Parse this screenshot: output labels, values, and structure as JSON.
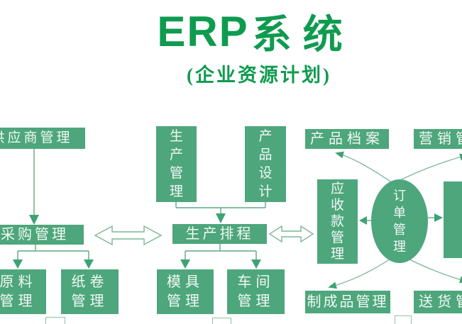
{
  "header": {
    "title_latin": "ERP",
    "title_cn": "系统",
    "subtitle": "(企业资源计划)"
  },
  "colors": {
    "brand_green": "#0f9b4f",
    "box_fill_green": "#4ea67c",
    "box_text": "#f2f9f4",
    "connector_line": "#5fa983",
    "arrowhead_green": "#3ea374",
    "hollow_arrow_outline": "#79b795",
    "square_border": "#93bfa7",
    "background": "#ffffff"
  },
  "nodes": {
    "supplier": {
      "label": "供应商管理"
    },
    "purchasing": {
      "label": "采购管理"
    },
    "raw_material": {
      "label": "原料\n管理"
    },
    "paper_roll": {
      "label": "纸卷\n管理"
    },
    "production_management": {
      "label": "生\n产\n管\n理"
    },
    "product_design": {
      "label": "产\n品\n设\n计"
    },
    "production_scheduling": {
      "label": "生产排程"
    },
    "mold": {
      "label": "模具\n管理"
    },
    "workshop": {
      "label": "车间\n管理"
    },
    "product_archive": {
      "label": "产品档案"
    },
    "marketing": {
      "label": "营销管理"
    },
    "accounts_receivable": {
      "label": "应\n收\n款\n管\n理"
    },
    "order_management": {
      "label": "订\n单\n管\n理"
    },
    "right_edge_box": {
      "label": ""
    },
    "finished_goods": {
      "label": "制成品管理"
    },
    "delivery": {
      "label": "送货管理"
    }
  }
}
